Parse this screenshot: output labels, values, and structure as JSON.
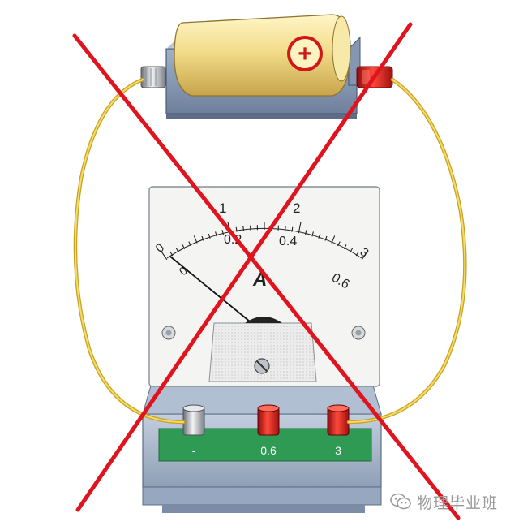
{
  "battery": {
    "polarity_symbol": "+"
  },
  "ammeter": {
    "unit_symbol": "A",
    "outer_scale": [
      "0",
      "1",
      "2",
      "3"
    ],
    "inner_scale": [
      "0",
      "0.2",
      "0.4",
      "0.6"
    ],
    "needle_reading": "0",
    "terminals": [
      {
        "label": "-",
        "color": "#b8bcc2"
      },
      {
        "label": "0.6",
        "color": "#d21f1f"
      },
      {
        "label": "3",
        "color": "#d21f1f"
      }
    ]
  },
  "wire_color": "#e8c43a",
  "cross_mark_color": "#e0141e",
  "watermark": {
    "icon": "wechat-icon",
    "text": "物理毕业班"
  }
}
